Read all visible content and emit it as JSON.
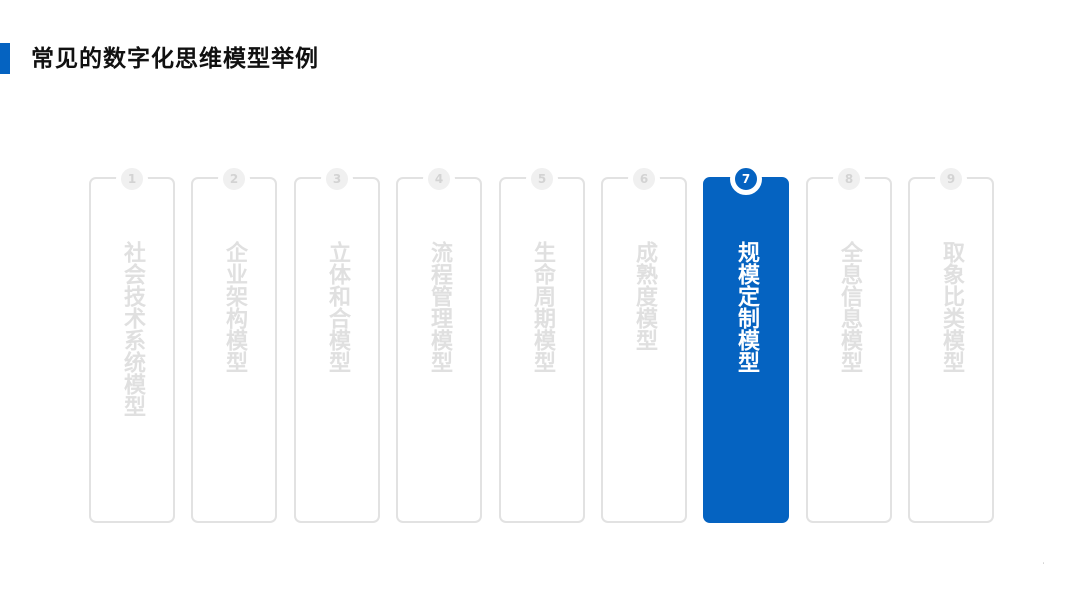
{
  "slide": {
    "title": "常见的数字化思维模型举例",
    "accent_color": "#0563c1"
  },
  "models": [
    {
      "number": "1",
      "label": "社会技术系统模型",
      "active": false
    },
    {
      "number": "2",
      "label": "企业架构模型",
      "active": false
    },
    {
      "number": "3",
      "label": "立体和合模型",
      "active": false
    },
    {
      "number": "4",
      "label": "流程管理模型",
      "active": false
    },
    {
      "number": "5",
      "label": "生命周期模型",
      "active": false
    },
    {
      "number": "6",
      "label": "成熟度模型",
      "active": false
    },
    {
      "number": "7",
      "label": "规模定制模型",
      "active": true
    },
    {
      "number": "8",
      "label": "全息信息模型",
      "active": false
    },
    {
      "number": "9",
      "label": "取象比类模型",
      "active": false
    }
  ]
}
